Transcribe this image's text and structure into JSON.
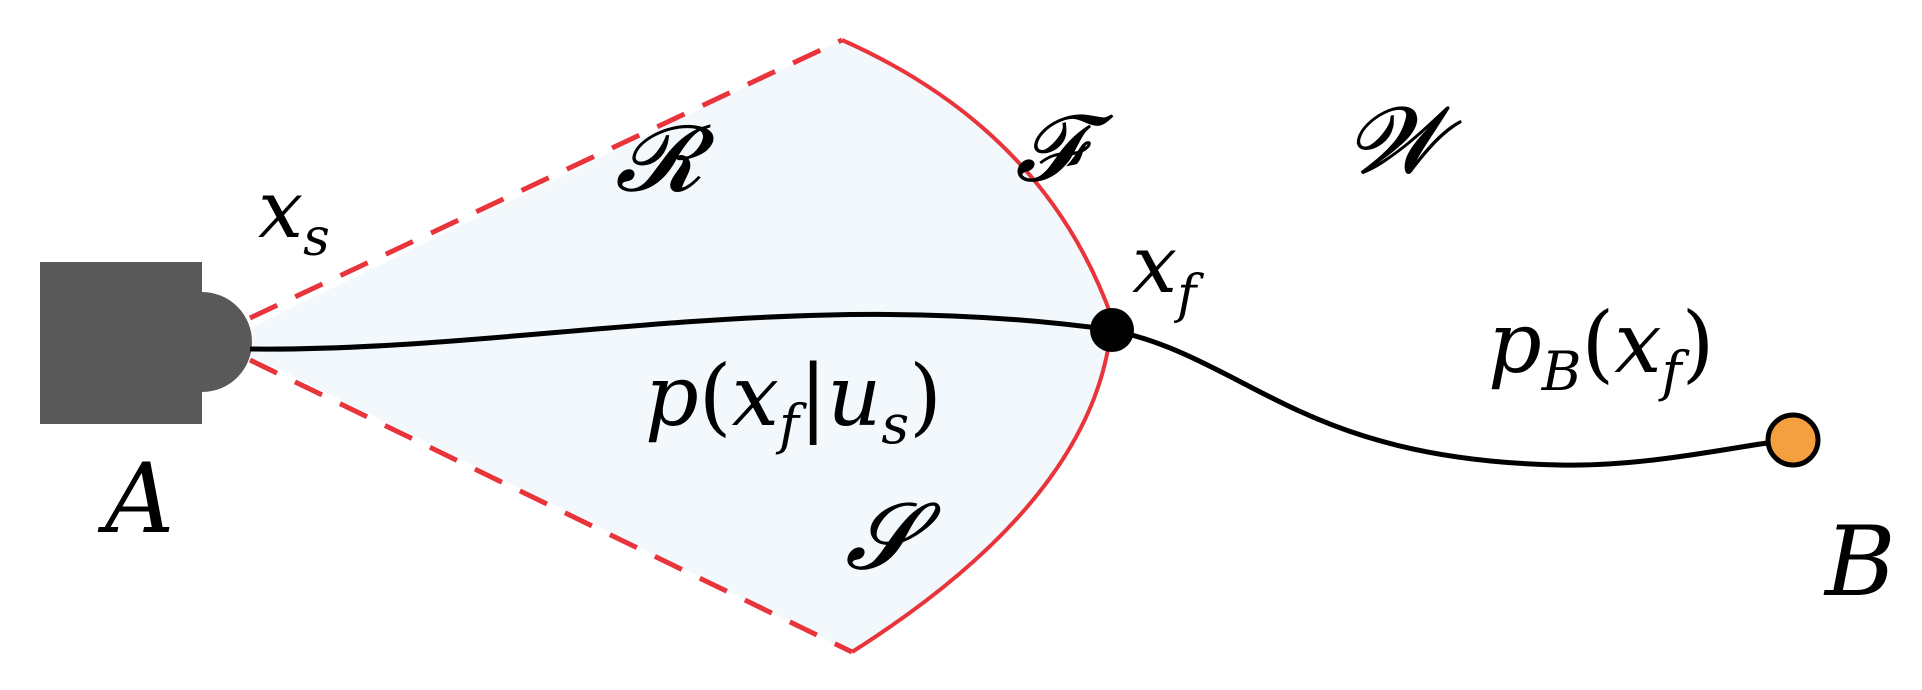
{
  "colors": {
    "sensor_body": "#595959",
    "region_fill": "#f2f8fb",
    "boundary_red": "#e8343a",
    "path_black": "#000000",
    "target_orange": "#f5a040"
  },
  "icons": {
    "sensor": "sensor-icon",
    "frontier_point": "filled-circle-icon",
    "target": "orange-circle-icon"
  },
  "labels": {
    "sensor": "A",
    "target": "B",
    "start_state": {
      "base": "x",
      "sub": "s"
    },
    "frontier_state": {
      "base": "x",
      "sub": "f"
    },
    "reachable_set": "𝓡",
    "frontier_set": "𝓕",
    "safe_set": "𝓢",
    "workspace": "𝓦",
    "transition_prob": {
      "p": "p",
      "open": "(",
      "x": "x",
      "xsub": "f",
      "bar": "|",
      "u": "u",
      "usub": "s",
      "close": ")"
    },
    "target_prob": {
      "p": "p",
      "psub": "B",
      "open": "(",
      "x": "x",
      "xsub": "f",
      "close": ")"
    }
  }
}
